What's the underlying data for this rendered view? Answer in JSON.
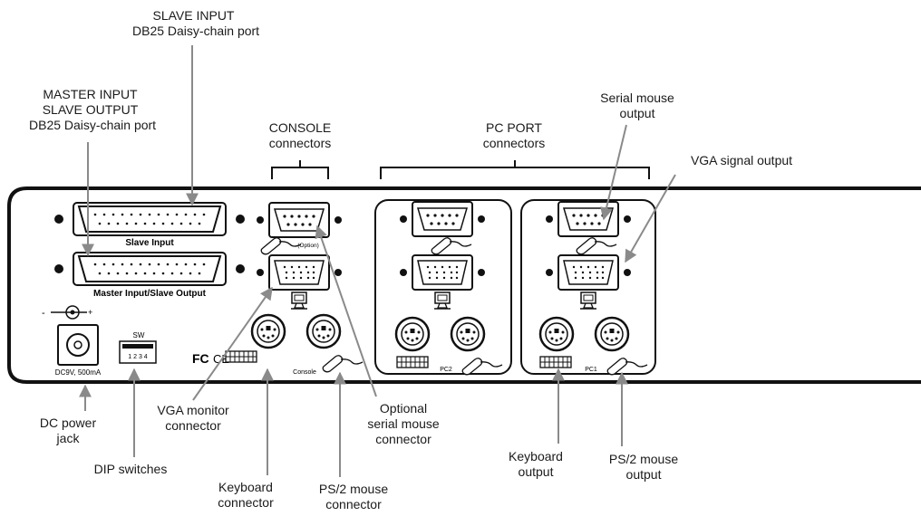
{
  "callouts": {
    "slave_input": [
      "SLAVE INPUT",
      "DB25 Daisy-chain port"
    ],
    "master_input": [
      "MASTER INPUT",
      "SLAVE OUTPUT",
      "DB25 Daisy-chain port"
    ],
    "console": [
      "CONSOLE",
      "connectors"
    ],
    "pc_port": [
      "PC PORT",
      "connectors"
    ],
    "serial_mouse_output": [
      "Serial mouse",
      "output"
    ],
    "vga_signal_output": [
      "VGA signal output"
    ],
    "dc_power_jack": [
      "DC power",
      "jack"
    ],
    "dip_switches": [
      "DIP switches"
    ],
    "vga_monitor_connector": [
      "VGA monitor",
      "connector"
    ],
    "keyboard_connector": [
      "Keyboard",
      "connector"
    ],
    "ps2_mouse_connector": [
      "PS/2 mouse",
      "connector"
    ],
    "optional_serial_mouse": [
      "Optional",
      "serial mouse",
      "connector"
    ],
    "keyboard_output": [
      "Keyboard",
      "output"
    ],
    "ps2_mouse_output": [
      "PS/2 mouse",
      "output"
    ]
  },
  "panel": {
    "slave_input_label": "Slave Input",
    "master_input_label": "Master Input/Slave Output",
    "option_label": "(Option)",
    "sw_label": "SW",
    "dip_numbers": "1 2 3 4",
    "power_rating": "DC9V, 500mA",
    "console_label": "Console",
    "pc2_label": "PC2",
    "pc1_label": "PC1",
    "fc_mark": "FC",
    "ce_mark": "CE"
  }
}
